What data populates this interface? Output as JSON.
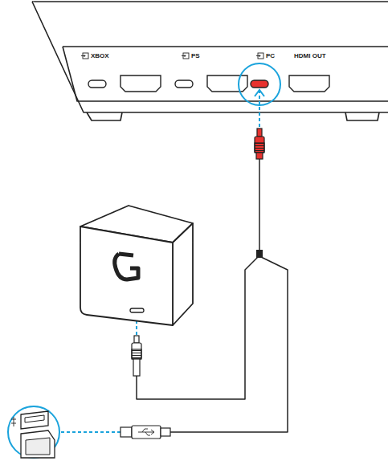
{
  "diagram": {
    "labels": [
      "XBOX",
      "PS",
      "PC",
      "HDMI OUT"
    ]
  }
}
